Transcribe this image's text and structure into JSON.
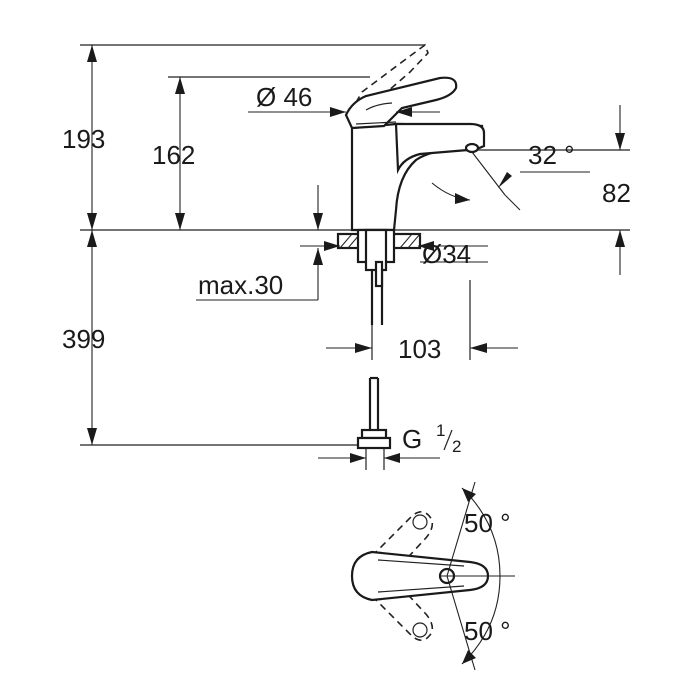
{
  "dimensions": {
    "total_height": "193",
    "spout_height": "162",
    "lever_diameter": "Ø 46",
    "spout_angle": "32 °",
    "spout_projection_height": "82",
    "hole_diameter": "Ø34",
    "max_deck_thickness": "max.30",
    "spout_reach": "103",
    "hose_length": "399",
    "connection_thread_main": "G",
    "connection_thread_num": "1",
    "connection_thread_den": "2",
    "lever_rotation_upper": "50 °",
    "lever_rotation_lower": "50 °"
  }
}
